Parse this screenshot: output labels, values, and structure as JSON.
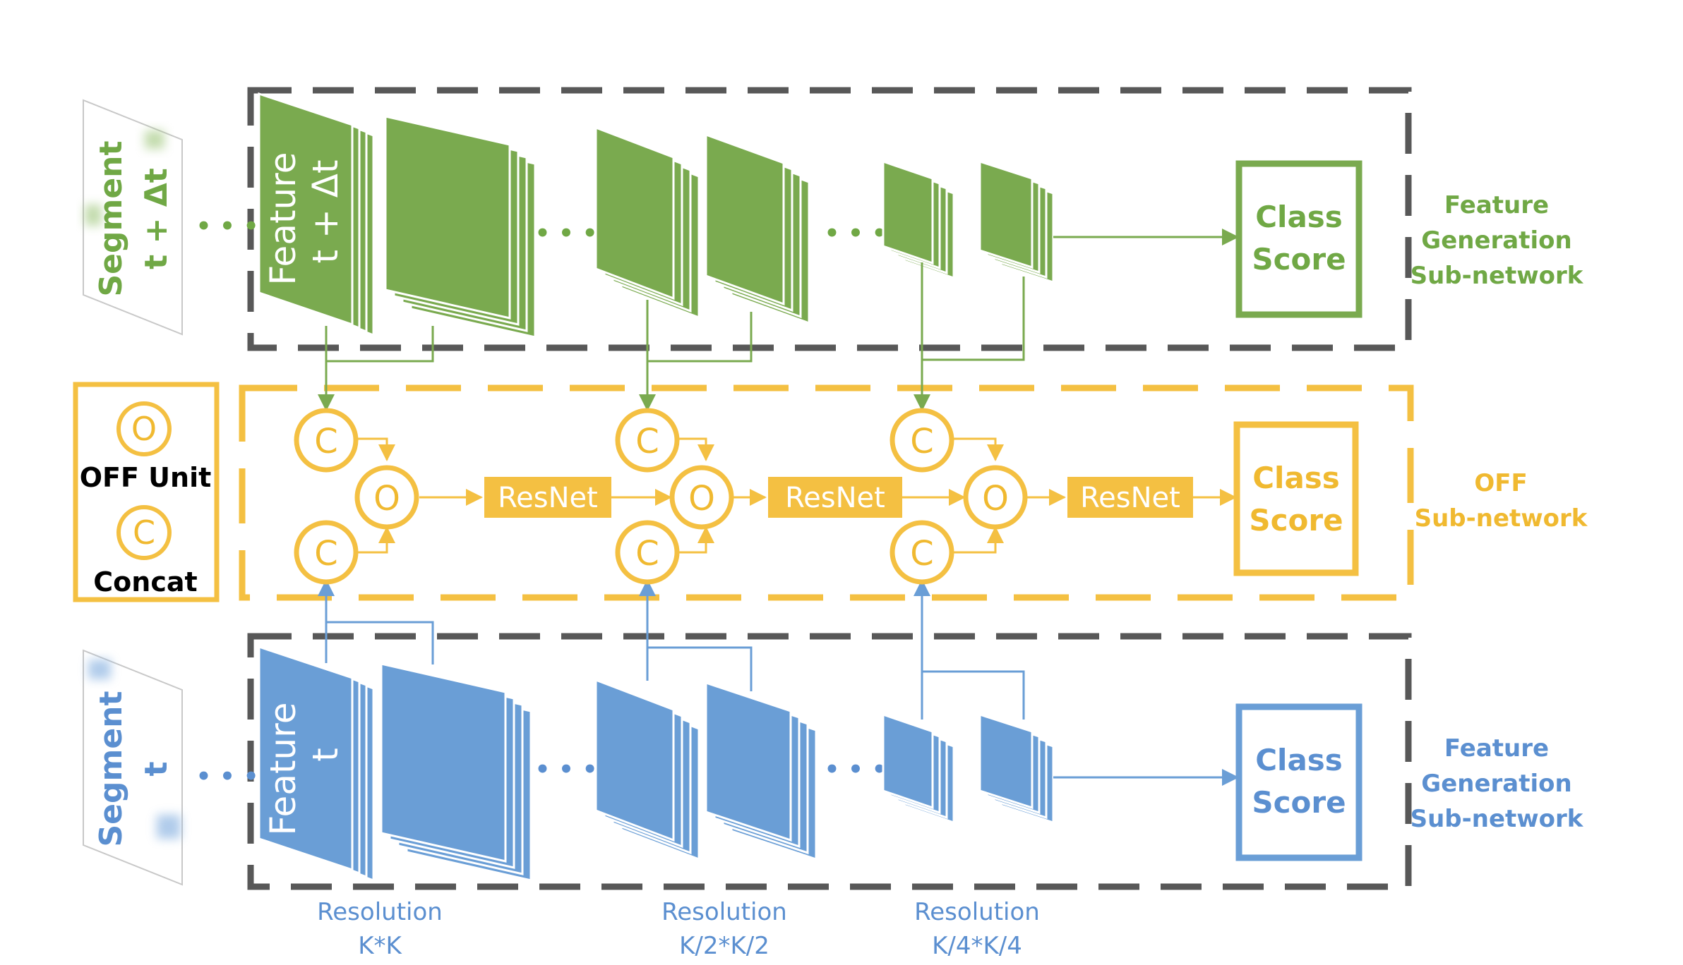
{
  "colors": {
    "green": "#7aaa4f",
    "green_dark": "#4f7f33",
    "green_text": "#70a845",
    "yellow": "#f4c042",
    "yellow_text": "#f0b930",
    "blue": "#6a9ed6",
    "blue_dark": "#4a7fb8",
    "blue_text": "#5b8fd0",
    "gray_dash": "#585858",
    "black": "#000000"
  },
  "top_stream": {
    "segment_label": "Segment",
    "segment_time": "t + Δt",
    "feature_label": "Feature",
    "feature_time": "t + Δt",
    "class_score_line1": "Class",
    "class_score_line2": "Score",
    "subnetwork_line1": "Feature",
    "subnetwork_line2": "Generation",
    "subnetwork_line3": "Sub-network"
  },
  "middle_stream": {
    "concat_symbol": "C",
    "off_symbol": "O",
    "resnet_label": "ResNet",
    "class_score_line1": "Class",
    "class_score_line2": "Score",
    "subnetwork_line1": "OFF",
    "subnetwork_line2": "Sub-network"
  },
  "bottom_stream": {
    "segment_label": "Segment",
    "segment_time": "t",
    "feature_label": "Feature",
    "feature_time": "t",
    "class_score_line1": "Class",
    "class_score_line2": "Score",
    "subnetwork_line1": "Feature",
    "subnetwork_line2": "Generation",
    "subnetwork_line3": "Sub-network"
  },
  "legend": {
    "off_symbol": "O",
    "off_label": "OFF Unit",
    "concat_symbol": "C",
    "concat_label": "Concat"
  },
  "resolutions": [
    {
      "line1": "Resolution",
      "line2": "K*K"
    },
    {
      "line1": "Resolution",
      "line2": "K/2*K/2"
    },
    {
      "line1": "Resolution",
      "line2": "K/4*K/4"
    }
  ],
  "ellipsis": "• • •"
}
